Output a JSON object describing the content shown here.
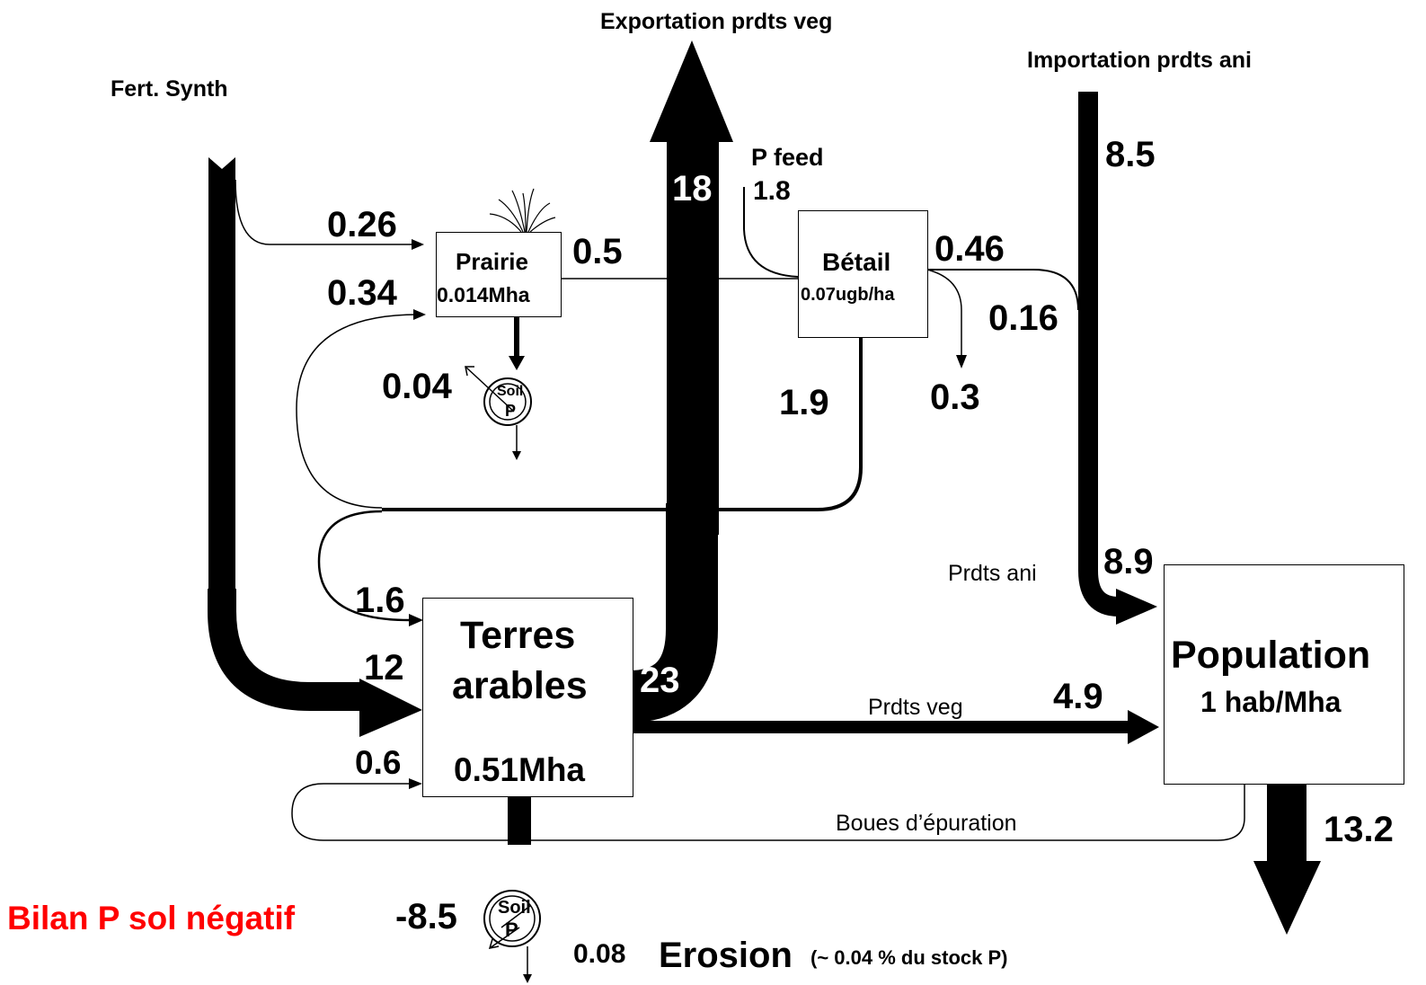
{
  "colors": {
    "flow": "#000000",
    "alert": "#ff0000",
    "background": "#ffffff"
  },
  "icons": [
    "grass-icon",
    "wheat-icon",
    "soil-pool-icon"
  ],
  "external": {
    "fert_synth": "Fert. Synth",
    "export_veg": "Exportation prdts veg",
    "import_ani": "Importation prdts ani",
    "p_feed": "P feed"
  },
  "nodes": {
    "prairie": {
      "name": "Prairie",
      "area": "0.014Mha"
    },
    "betail": {
      "name": "Bétail",
      "density": "0.07ugb/ha"
    },
    "terres": {
      "line1": "Terres",
      "line2": "arables",
      "area": "0.51Mha"
    },
    "population": {
      "name": "Population",
      "density": "1 hab/Mha"
    },
    "soil_pool": {
      "line1": "Soil",
      "line2": "P"
    }
  },
  "flows": {
    "fert_to_prairie": "0.26",
    "recycle_to_prairie": "0.34",
    "prairie_soil": "0.04",
    "prairie_to_betail": "0.5",
    "export_veg": "18",
    "p_feed": "1.8",
    "betail_out": "0.46",
    "betail_loss": "0.3",
    "betail_to_pop": "0.16",
    "betail_manure": "1.9",
    "import_ani": "8.5",
    "manure_to_terres": "1.6",
    "fert_to_terres": "12",
    "terres_out": "23",
    "sludge": "0.6",
    "prdts_ani_total": "8.9",
    "prdts_veg": "4.9",
    "pop_out": "13.2",
    "soil_balance": "-8.5",
    "erosion": "0.08"
  },
  "labels": {
    "prdts_ani": "Prdts ani",
    "prdts_veg": "Prdts veg",
    "boues": "Boues d’épuration",
    "erosion_title": "Erosion",
    "erosion_note": "(~ 0.04 % du stock P)",
    "bilan": "Bilan P sol négatif"
  }
}
